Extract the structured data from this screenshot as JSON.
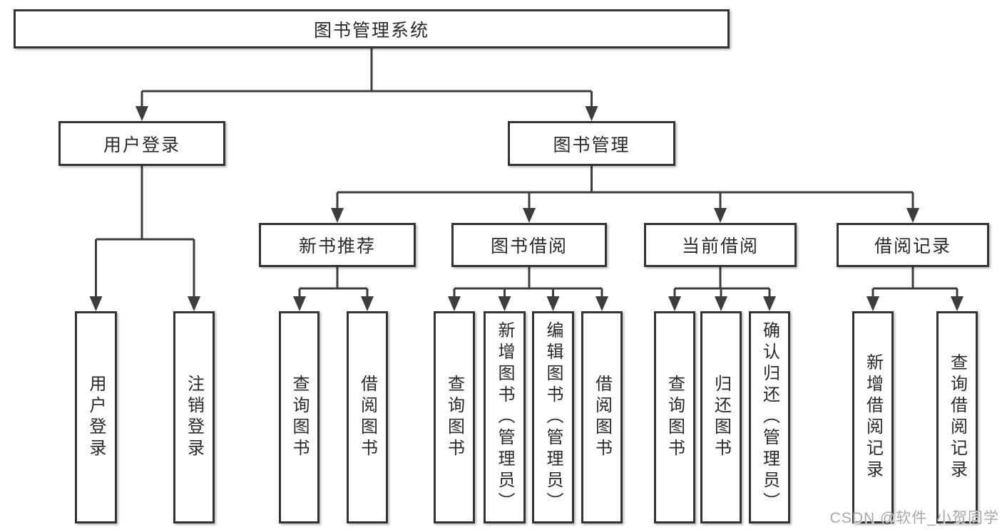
{
  "diagram": {
    "root": {
      "label": "图书管理系统"
    },
    "branches": [
      {
        "label": "用户登录",
        "children": [
          {
            "label": "用户登录"
          },
          {
            "label": "注销登录"
          }
        ]
      },
      {
        "label": "图书管理",
        "children": [
          {
            "label": "新书推荐",
            "children": [
              {
                "label": "查询图书"
              },
              {
                "label": "借阅图书"
              }
            ]
          },
          {
            "label": "图书借阅",
            "children": [
              {
                "label": "查询图书"
              },
              {
                "label": "新增图书（管理员）"
              },
              {
                "label": "编辑图书（管理员）"
              },
              {
                "label": "借阅图书"
              }
            ]
          },
          {
            "label": "当前借阅",
            "children": [
              {
                "label": "查询图书"
              },
              {
                "label": "归还图书"
              },
              {
                "label": "确认归还（管理员）"
              }
            ]
          },
          {
            "label": "借阅记录",
            "children": [
              {
                "label": "新增借阅记录"
              },
              {
                "label": "查询借阅记录"
              }
            ]
          }
        ]
      }
    ]
  },
  "watermark": {
    "text": "CSDN @软件_小贺同学"
  },
  "colors": {
    "background": "#ffffff",
    "box_fill": "#ffffff",
    "box_border": "#333333",
    "line": "#3d3d3d",
    "text": "#2a2a2a",
    "watermark": "#a8a8a8"
  }
}
